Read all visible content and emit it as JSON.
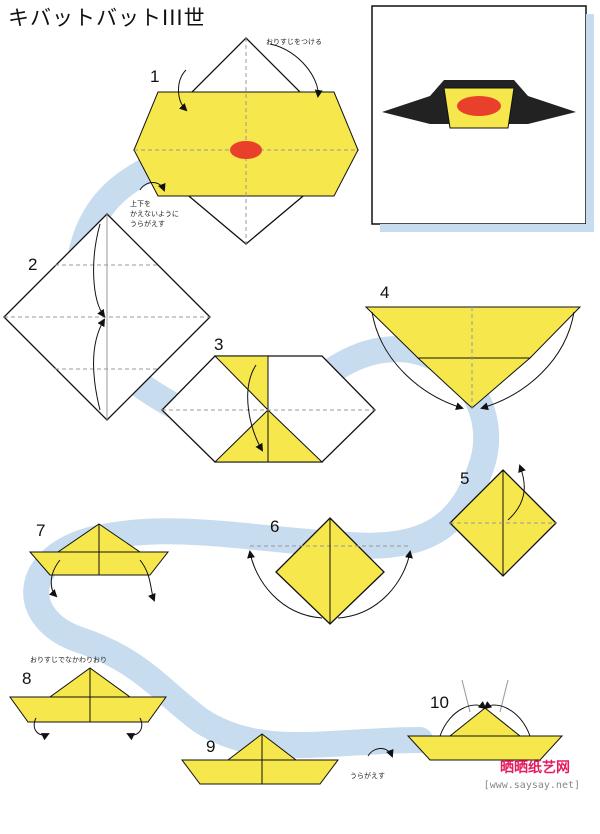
{
  "title": "キバットバットIII世",
  "notes": {
    "crease": "おりすじをつける",
    "flip_line1": "上下を",
    "flip_line2": "かえないように",
    "flip_line3": "うらがえす",
    "valley": "おりすじでなかわりおり",
    "turn_over": "うらがえす"
  },
  "steps": [
    "1",
    "2",
    "3",
    "4",
    "5",
    "6",
    "7",
    "8",
    "9",
    "10"
  ],
  "watermark": {
    "brand": "晒晒纸艺网",
    "url": "[www.saysay.net]"
  },
  "colors": {
    "paper_yellow": "#f5e74c",
    "path_blue": "#c8dcf0",
    "ink": "#111111",
    "accent_red": "#e8402a"
  },
  "icons": [
    "flip-arrow-icon",
    "fold-arrow-icon"
  ]
}
